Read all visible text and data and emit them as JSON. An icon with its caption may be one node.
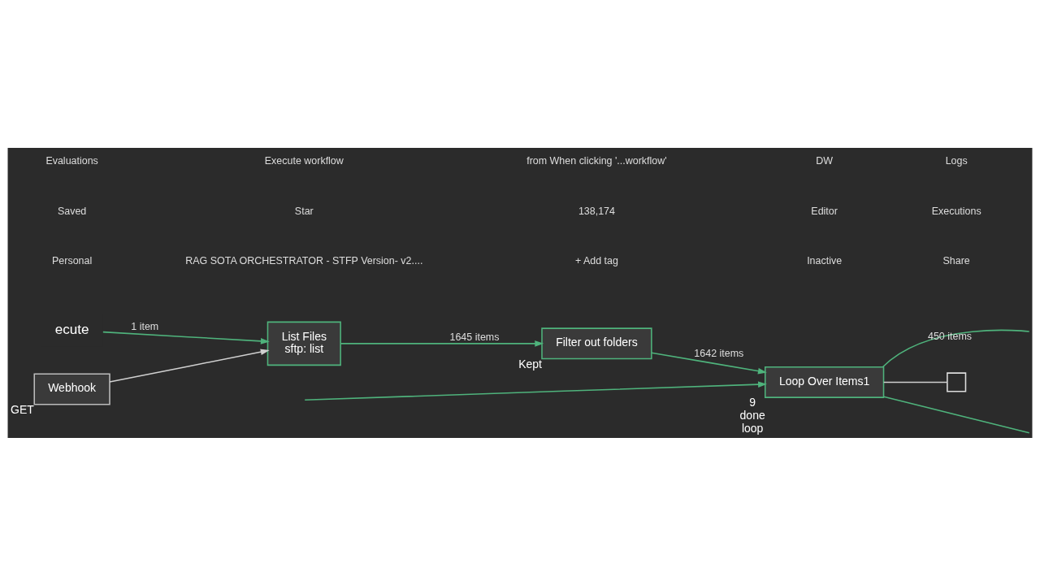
{
  "diagram": {
    "nodes": [
      {
        "text": [
          "ecute"
        ]
      },
      {
        "text": [
          "Webhook"
        ],
        "beside": [
          "GET"
        ]
      },
      {
        "text": [
          "List Files",
          "sftp: list"
        ]
      },
      {
        "text": [
          "Filter out folders"
        ],
        "beside": [
          "Kept"
        ]
      },
      {
        "text": [
          "Loop Over Items1"
        ],
        "beside": [
          "9",
          "done",
          "loop"
        ]
      },
      {
        "text": [],
        "shape": "box"
      }
    ],
    "edges": [
      {
        "from": 0,
        "to": 2,
        "arrow": "to",
        "label": "1 item"
      },
      {
        "from": 1,
        "to": 2,
        "arrow": "to",
        "color": "#d0d0d0"
      },
      {
        "from": 2,
        "to": 3,
        "arrow": "to",
        "label": "1645 items"
      },
      {
        "from": 3,
        "to": 4,
        "arrow": "to",
        "label": "1642 items"
      },
      {
        "from": null,
        "to": 4,
        "arrow": "to"
      },
      {
        "from": 4,
        "to": 5,
        "arrow": "none",
        "color": "#d0d0d0"
      },
      {
        "from": 4,
        "to": null,
        "arrow": "none",
        "label": "450 items"
      },
      {
        "from": 4,
        "to": null,
        "arrow": "none"
      }
    ],
    "labels": [
      "Personal",
      "RAG SOTA ORCHESTRATOR - STFP Version- v2....",
      "+ Add tag",
      "Inactive",
      "Share",
      "Saved",
      "Star",
      "138,174",
      "Editor",
      "Executions",
      "Evaluations",
      "Execute workflow",
      "from When clicking '...workflow'",
      "DW",
      "Logs"
    ]
  }
}
